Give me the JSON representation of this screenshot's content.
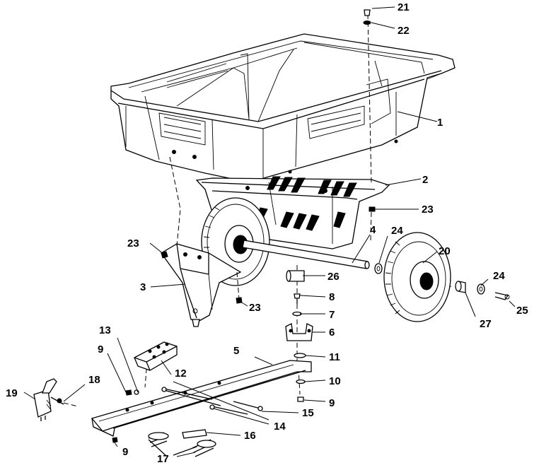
{
  "diagram": {
    "callouts": [
      {
        "id": "c1",
        "text": "1"
      },
      {
        "id": "c2",
        "text": "2"
      },
      {
        "id": "c3",
        "text": "3"
      },
      {
        "id": "c4",
        "text": "4"
      },
      {
        "id": "c5",
        "text": "5"
      },
      {
        "id": "c6",
        "text": "6"
      },
      {
        "id": "c7",
        "text": "7"
      },
      {
        "id": "c8",
        "text": "8"
      },
      {
        "id": "c9a",
        "text": "9"
      },
      {
        "id": "c9b",
        "text": "9"
      },
      {
        "id": "c9c",
        "text": "9"
      },
      {
        "id": "c10",
        "text": "10"
      },
      {
        "id": "c11",
        "text": "11"
      },
      {
        "id": "c12",
        "text": "12"
      },
      {
        "id": "c13",
        "text": "13"
      },
      {
        "id": "c14",
        "text": "14"
      },
      {
        "id": "c15",
        "text": "15"
      },
      {
        "id": "c16",
        "text": "16"
      },
      {
        "id": "c17",
        "text": "17"
      },
      {
        "id": "c18",
        "text": "18"
      },
      {
        "id": "c19",
        "text": "19"
      },
      {
        "id": "c20",
        "text": "20"
      },
      {
        "id": "c21",
        "text": "21"
      },
      {
        "id": "c22",
        "text": "22"
      },
      {
        "id": "c23a",
        "text": "23"
      },
      {
        "id": "c23b",
        "text": "23"
      },
      {
        "id": "c23c",
        "text": "23"
      },
      {
        "id": "c24a",
        "text": "24"
      },
      {
        "id": "c24b",
        "text": "24"
      },
      {
        "id": "c25",
        "text": "25"
      },
      {
        "id": "c26",
        "text": "26"
      },
      {
        "id": "c27",
        "text": "27"
      }
    ]
  }
}
